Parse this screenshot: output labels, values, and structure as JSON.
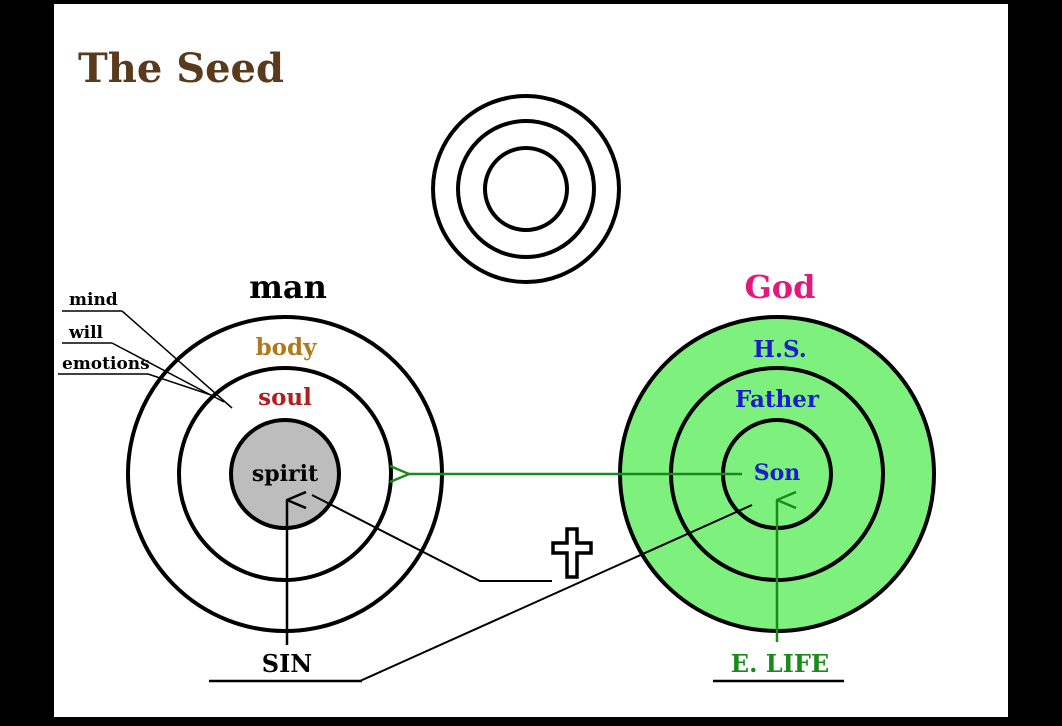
{
  "title": "The Seed",
  "colors": {
    "title": "#5a3a1c",
    "god_fill": "#7ef07e",
    "spirit_fill": "#bdbdbd",
    "god_label": "#e0197a",
    "god_inner_text": "#1c1ccc",
    "body_text": "#b07a1a",
    "soul_text": "#b01e1e",
    "arrow_green": "#1a8a1a"
  },
  "top_symbol": {
    "icon": "concentric-circles-icon"
  },
  "man": {
    "label": "man",
    "rings": {
      "outer": "body",
      "middle": "soul",
      "core": "spirit"
    },
    "soul_parts": [
      "mind",
      "will",
      "emotions"
    ]
  },
  "god": {
    "label": "God",
    "rings": {
      "outer": "H.S.",
      "middle": "Father",
      "core": "Son"
    }
  },
  "bottom": {
    "sin": "SIN",
    "eternal_life": "E. LIFE"
  },
  "cross": {
    "icon": "cross-icon"
  }
}
